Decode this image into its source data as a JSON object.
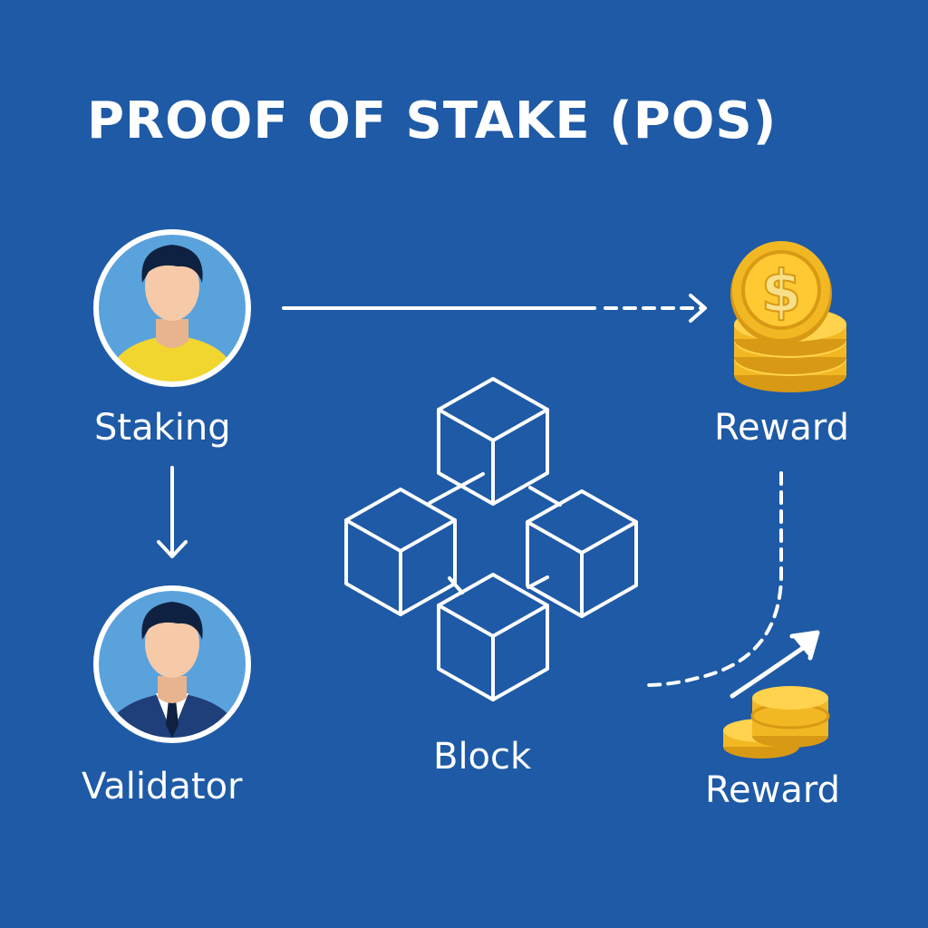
{
  "title": "PROOF OF STAKE (POS)",
  "nodes": {
    "staking": {
      "label": "Staking",
      "icon": "person-avatar-icon"
    },
    "validator": {
      "label": "Validator",
      "icon": "person-suit-avatar-icon"
    },
    "block": {
      "label": "Block",
      "icon": "blockchain-cubes-icon"
    },
    "reward_top": {
      "label": "Reward",
      "icon": "gold-dollar-coin-stack-icon"
    },
    "reward_bottom": {
      "label": "Reward",
      "icon": "gold-coin-stack-icon"
    }
  },
  "colors": {
    "background": "#1e5aa6",
    "foreground": "#ffffff",
    "avatar_bg": "#5aa2dc",
    "shirt": "#f2d630",
    "suit": "#1f3f7a",
    "skin": "#f6c9a8",
    "hair": "#0f2140",
    "coin": "#f2b824",
    "coin_dark": "#d89914",
    "coin_light": "#ffd34d"
  }
}
